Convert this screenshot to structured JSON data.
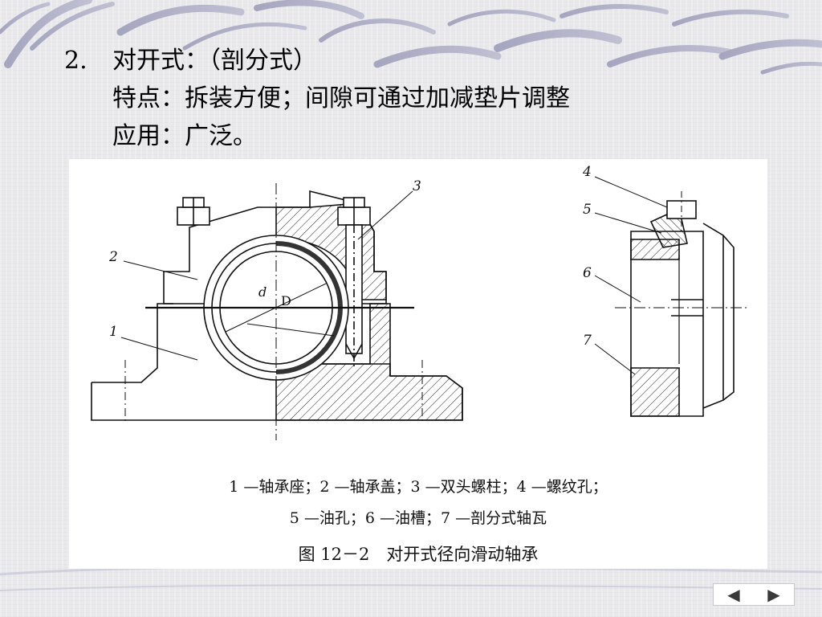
{
  "slide": {
    "title": {
      "number": "2.",
      "heading": "对开式：（剖分式）",
      "features": "特点：拆装方便；间隙可通过加减垫片调整",
      "application": "应用：广泛。"
    },
    "figure": {
      "part_numbers": [
        "1",
        "2",
        "3",
        "4",
        "5",
        "6",
        "7"
      ],
      "dimension_labels": [
        "d",
        "D"
      ],
      "legend_line1": "1 —轴承座；2 —轴承盖；3 —双头螺柱；4 —螺纹孔；",
      "legend_line2": "5 —油孔；6 —油槽；7 —剖分式轴瓦",
      "caption": "图 12－2　对开式径向滑动轴承"
    },
    "nav": {
      "prev_icon": "triangle-left-icon",
      "next_icon": "triangle-right-icon",
      "prev_glyph": "◀",
      "next_glyph": "▶"
    }
  }
}
